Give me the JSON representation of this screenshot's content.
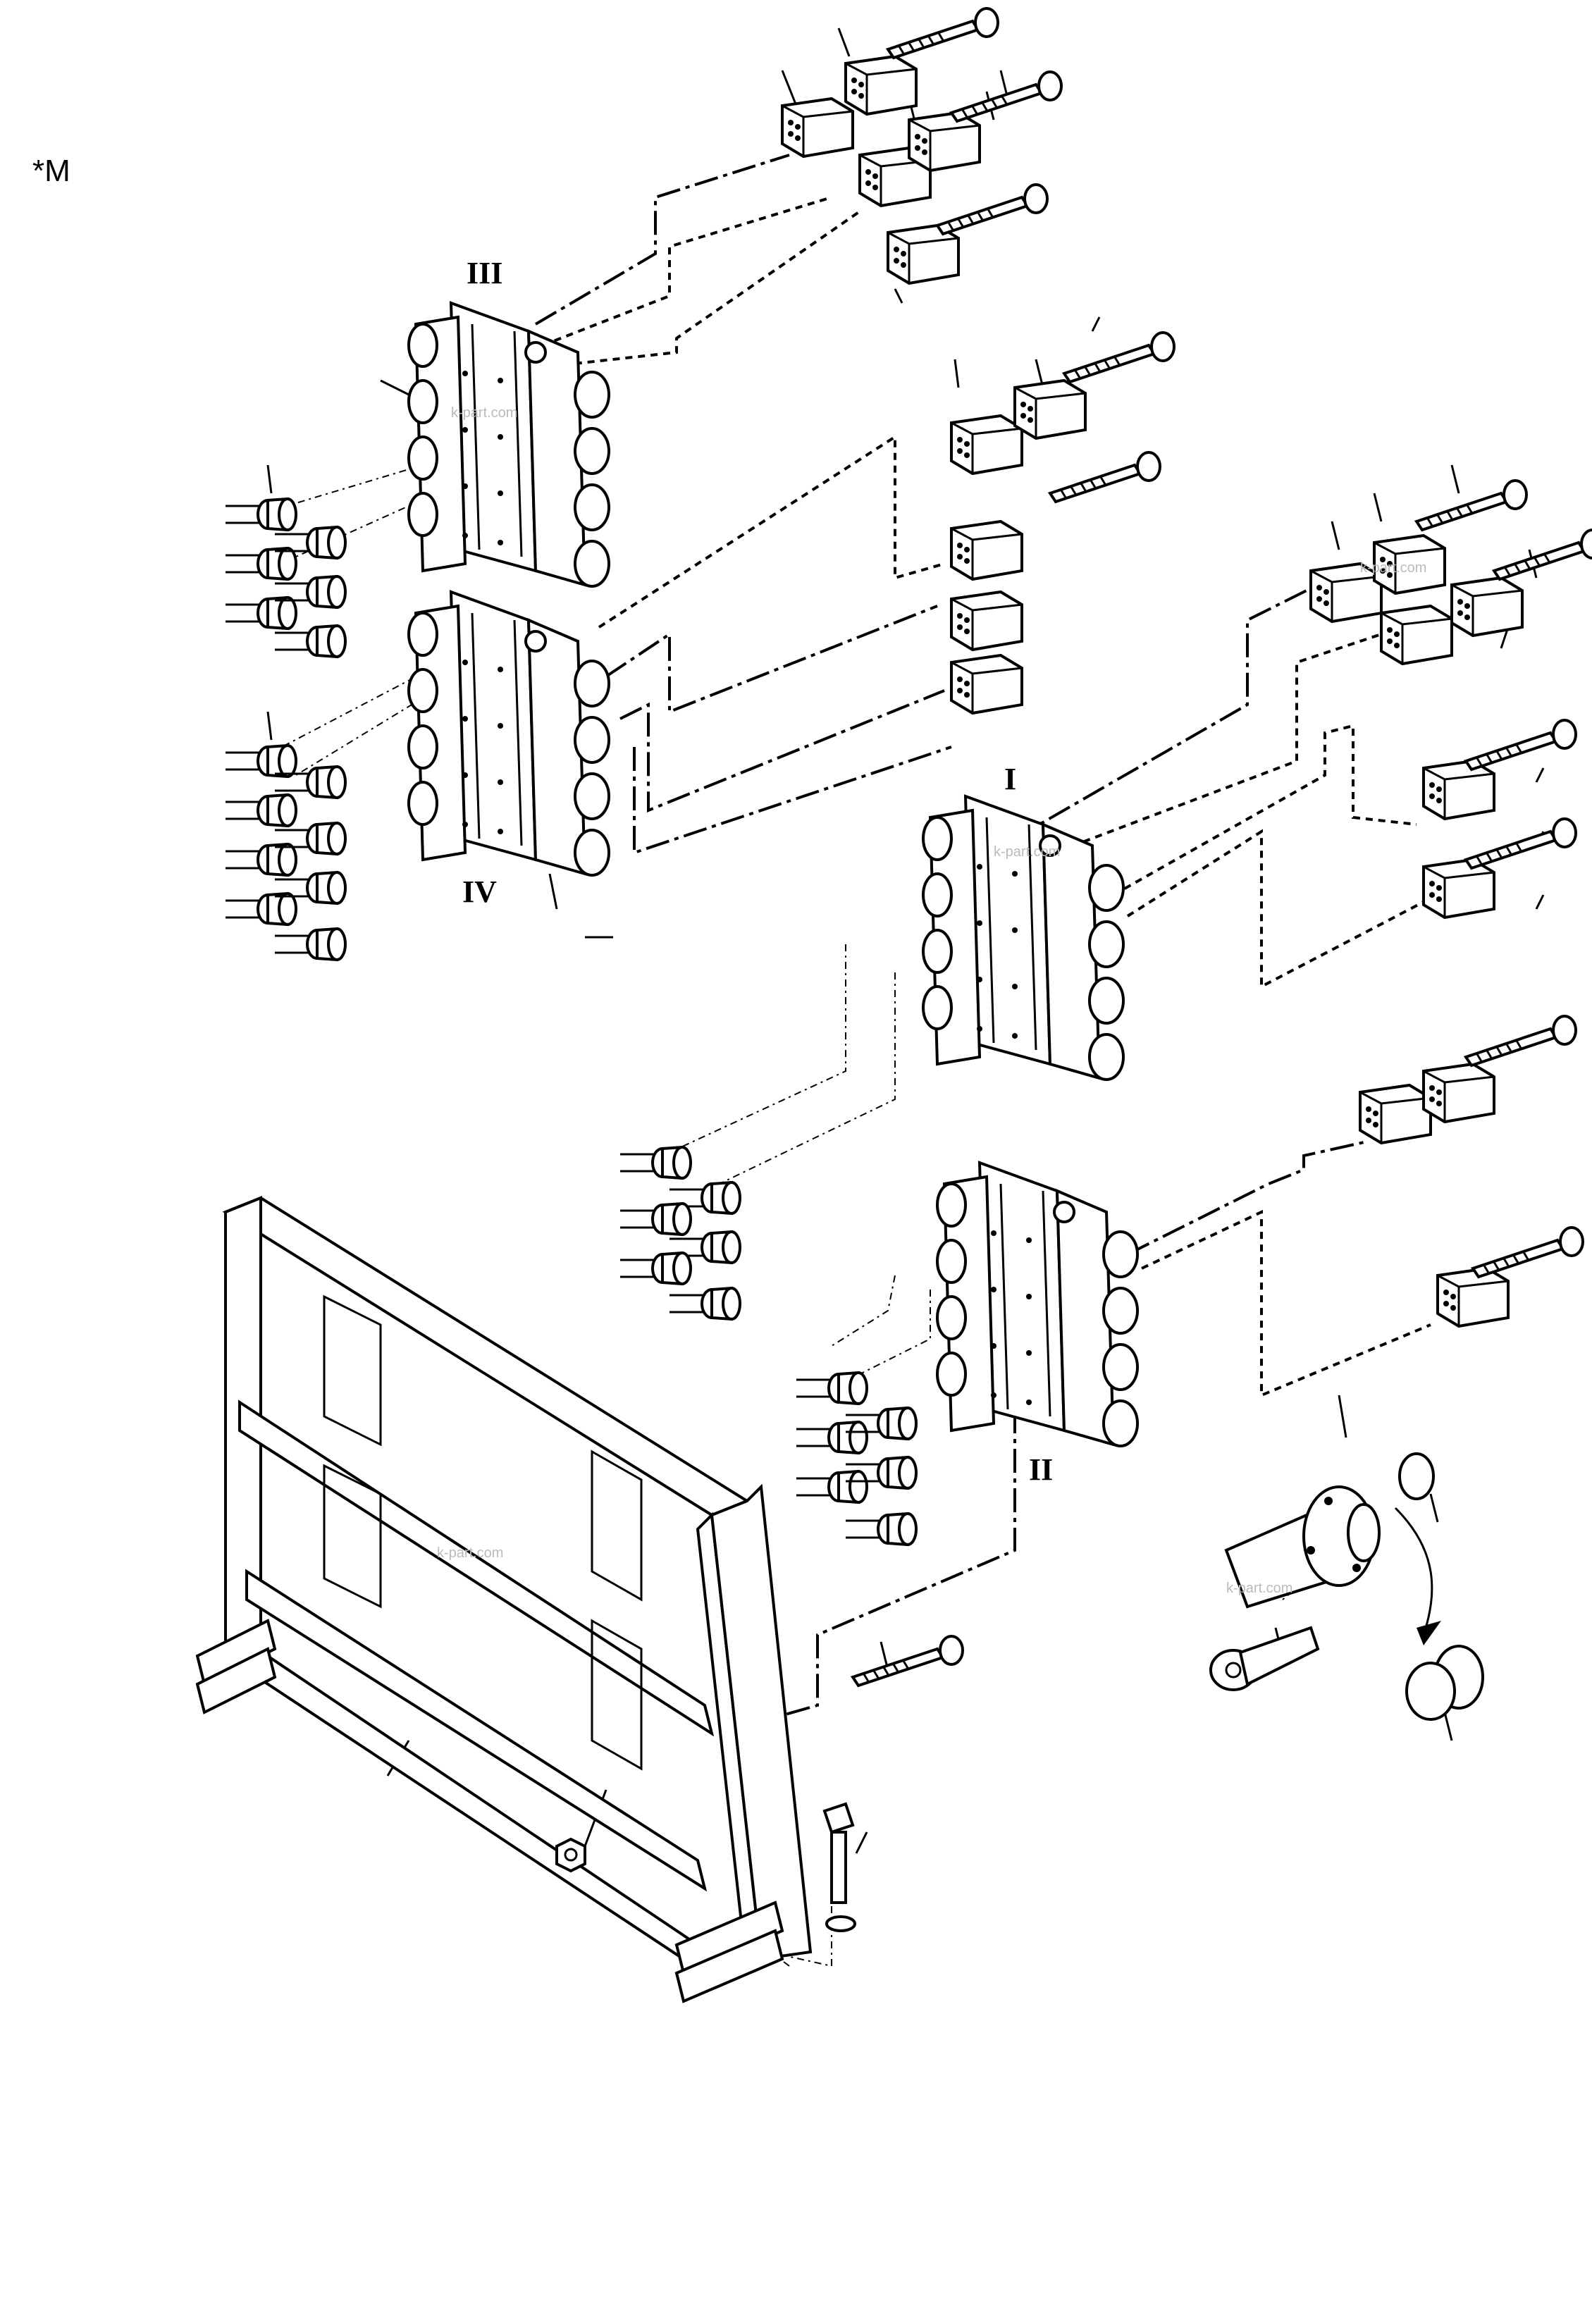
{
  "page_marker": "*M",
  "valve_labels": {
    "v1": "I",
    "v2": "II",
    "v3": "III",
    "v4": "IV"
  },
  "watermarks": [
    "k-part.com",
    "k-part.com",
    "k-part.com",
    "k-part.com",
    "k-part.com"
  ]
}
